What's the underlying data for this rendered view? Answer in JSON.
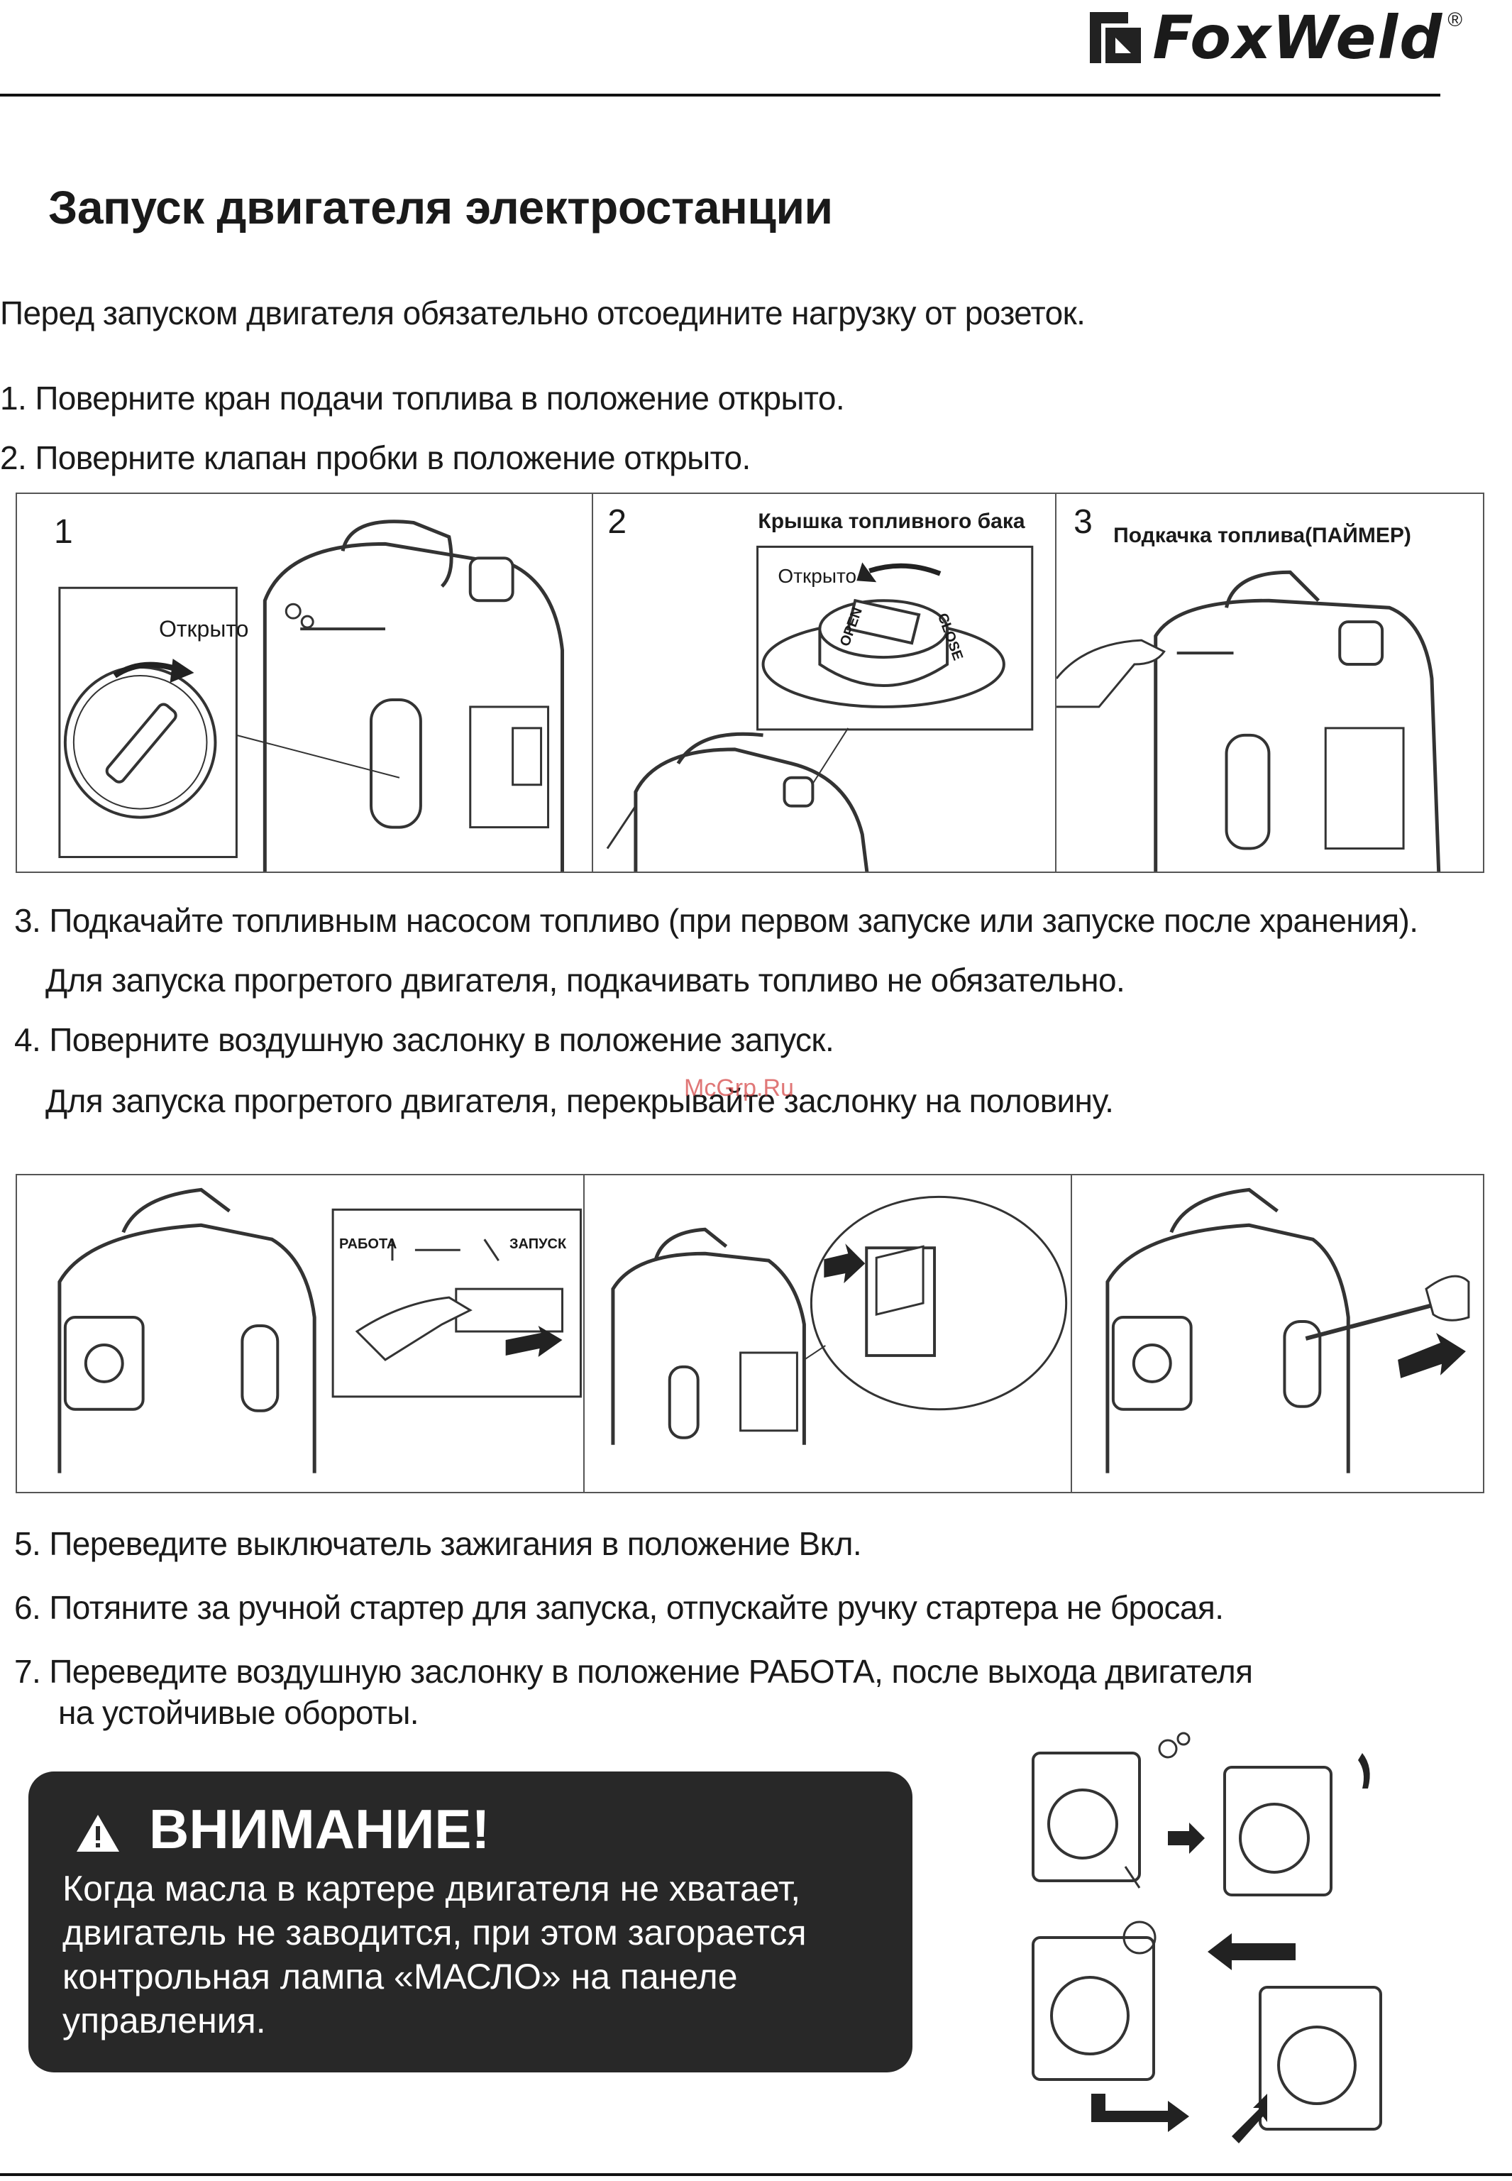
{
  "brand": {
    "name": "FoxWeld",
    "reg_mark": "®"
  },
  "title": "Запуск двигателя электростанции",
  "intro": "Перед запуском  двигателя обязательно отсоедините нагрузку от розеток.",
  "steps_a": [
    "1.  Поверните кран подачи топлива  в положение  открыто.",
    "2. Поверните клапан пробки в положение открыто."
  ],
  "figure_1": {
    "panels": [
      {
        "number": "1",
        "label": "Открыто"
      },
      {
        "number": "2",
        "caption": "Крышка топливного бака",
        "label": "Открыто",
        "cap_open": "OPEN",
        "cap_close": "CLOSE"
      },
      {
        "number": "3",
        "caption": "Подкачка топлива(ПАЙМЕР)"
      }
    ]
  },
  "steps_b": [
    "3.  Подкачайте топливным насосом топливо (при первом запуске или запуске после хранения).",
    "Для запуска прогретого двигателя, подкачивать топливо не обязательно.",
    "4.  Поверните воздушную  заслонку  в  положение запуск.",
    "Для запуска прогретого двигателя, перекрывайте заслонку на половину."
  ],
  "watermark": "McGrp.Ru",
  "figure_2": {
    "choke_left": "РАБОТА",
    "choke_right": "ЗАПУСК"
  },
  "steps_c": [
    "5.  Переведите выключатель зажигания в положение Вкл.",
    "6.  Потяните за ручной стартер для запуска, отпускайте ручку стартера не бросая.",
    "7.  Переведите воздушную заслонку в положение РАБОТА, после выхода двигателя",
    "на устойчивые обороты."
  ],
  "warning": {
    "title": "ВНИМАНИЕ!",
    "text": "Когда масла в картере двигателя не хватает, двигатель не заводится, при этом загорается контрольная лампа «МАСЛО» на панеле управления."
  },
  "colors": {
    "warning_bg": "#282828",
    "rule": "#111111",
    "watermark": "#d64a4a"
  },
  "icons": [
    "brand-logo-icon",
    "warning-triangle-icon",
    "generator-illustration",
    "oil-check-illustration"
  ]
}
